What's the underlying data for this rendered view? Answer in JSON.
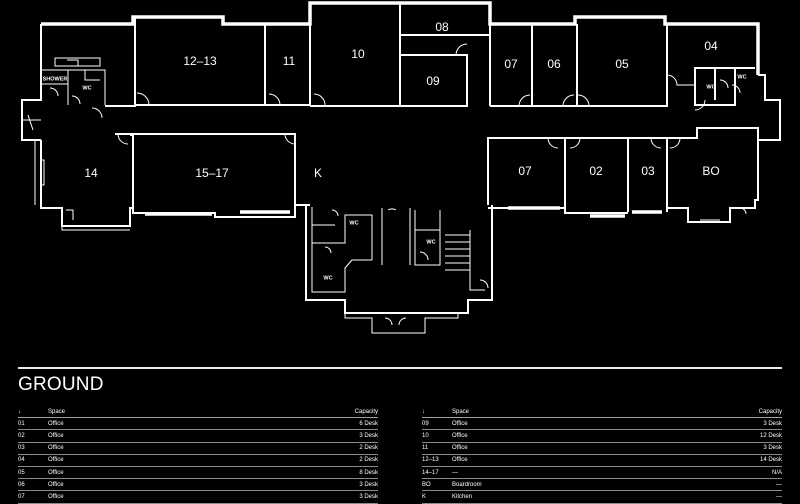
{
  "floor": {
    "title": "GROUND",
    "rooms": [
      {
        "id": "12-13",
        "label": "12–13"
      },
      {
        "id": "11",
        "label": "11"
      },
      {
        "id": "10",
        "label": "10"
      },
      {
        "id": "08",
        "label": "08"
      },
      {
        "id": "09",
        "label": "09"
      },
      {
        "id": "07-north",
        "label": "07"
      },
      {
        "id": "06",
        "label": "06"
      },
      {
        "id": "05",
        "label": "05"
      },
      {
        "id": "04",
        "label": "04"
      },
      {
        "id": "14",
        "label": "14"
      },
      {
        "id": "15-17",
        "label": "15–17"
      },
      {
        "id": "K",
        "label": "K"
      },
      {
        "id": "07-south",
        "label": "07"
      },
      {
        "id": "02",
        "label": "02"
      },
      {
        "id": "03",
        "label": "03"
      },
      {
        "id": "BO",
        "label": "BO"
      }
    ],
    "small_labels": {
      "shower": "SHOWER",
      "wc": "WC"
    }
  },
  "table": {
    "headers": {
      "sort_icon": "↓",
      "space": "Space",
      "capacity": "Capacity"
    },
    "left": [
      {
        "id": "01",
        "space": "Office",
        "capacity": "6 Desk"
      },
      {
        "id": "02",
        "space": "Office",
        "capacity": "3 Desk"
      },
      {
        "id": "03",
        "space": "Office",
        "capacity": "2 Desk"
      },
      {
        "id": "04",
        "space": "Office",
        "capacity": "2 Desk"
      },
      {
        "id": "05",
        "space": "Office",
        "capacity": "8 Desk"
      },
      {
        "id": "06",
        "space": "Office",
        "capacity": "3 Desk"
      },
      {
        "id": "07",
        "space": "Office",
        "capacity": "3 Desk"
      }
    ],
    "right": [
      {
        "id": "09",
        "space": "Office",
        "capacity": "3 Desk"
      },
      {
        "id": "10",
        "space": "Office",
        "capacity": "12 Desk"
      },
      {
        "id": "11",
        "space": "Office",
        "capacity": "3 Desk"
      },
      {
        "id": "12–13",
        "space": "Office",
        "capacity": "14 Desk"
      },
      {
        "id": "14–17",
        "space": "—",
        "capacity": "N/A"
      },
      {
        "id": "BO",
        "space": "Boardroom",
        "capacity": "—"
      },
      {
        "id": "K",
        "space": "Kitchen",
        "capacity": "—"
      }
    ]
  }
}
